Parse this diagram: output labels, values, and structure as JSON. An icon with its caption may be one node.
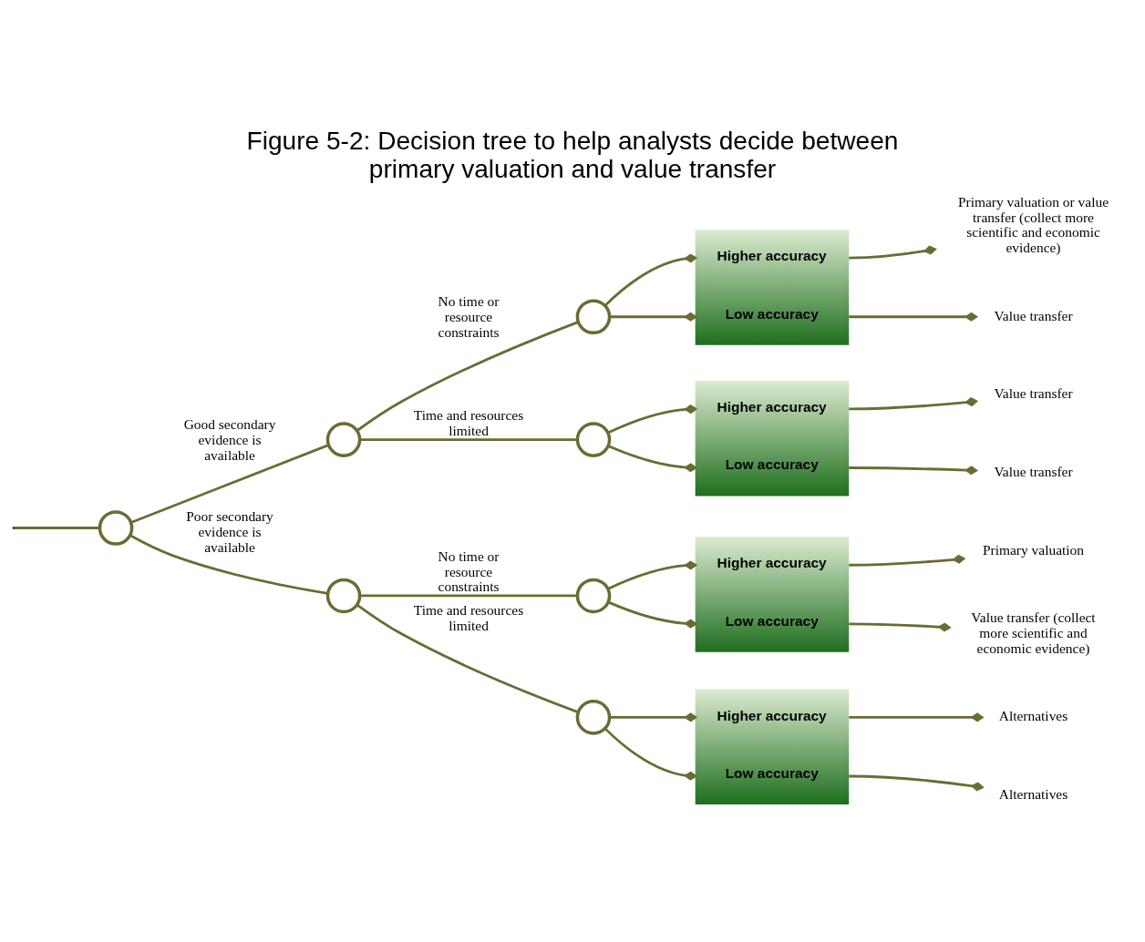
{
  "diagram": {
    "title": "Figure 5-2: Decision tree to help analysts decide between primary valuation and value transfer",
    "nodes": [
      {
        "text": [],
        "shape": "circle"
      },
      {
        "text": [],
        "shape": "circle"
      },
      {
        "text": [],
        "shape": "circle"
      },
      {
        "text": [
          "Higher accuracy",
          "Low accuracy"
        ]
      },
      {
        "text": [
          "Primary valuation or value transfer (collect more scientific and economic evidence)"
        ]
      },
      {
        "text": [
          "Value transfer"
        ]
      },
      {
        "text": [],
        "shape": "circle"
      },
      {
        "text": [
          "Higher accuracy",
          "Low accuracy"
        ]
      },
      {
        "text": [
          "Value transfer"
        ]
      },
      {
        "text": [
          "Value transfer"
        ]
      },
      {
        "text": [],
        "shape": "circle"
      },
      {
        "text": [],
        "shape": "circle"
      },
      {
        "text": [
          "Higher accuracy",
          "Low accuracy"
        ]
      },
      {
        "text": [
          "Primary valuation"
        ]
      },
      {
        "text": [
          "Value transfer (collect more scientific and economic evidence)"
        ]
      },
      {
        "text": [],
        "shape": "circle"
      },
      {
        "text": [
          "Higher accuracy",
          "Low accuracy"
        ]
      },
      {
        "text": [
          "Alternatives"
        ]
      },
      {
        "text": [
          "Alternatives"
        ]
      }
    ],
    "edges": [
      {
        "from": null,
        "to": 0,
        "arrow": "none"
      },
      {
        "from": 0,
        "to": 1,
        "arrow": "none",
        "label": "Good secondary evidence is available"
      },
      {
        "from": 1,
        "to": 2,
        "arrow": "none",
        "label": "No time or resource constraints"
      },
      {
        "from": 2,
        "to": 3,
        "arrow": "other"
      },
      {
        "from": 2,
        "to": 3,
        "arrow": "other"
      },
      {
        "from": 3,
        "to": 4,
        "arrow": "other"
      },
      {
        "from": 3,
        "to": 5,
        "arrow": "other"
      },
      {
        "from": 1,
        "to": 6,
        "arrow": "none",
        "label": "Time and resources limited"
      },
      {
        "from": 6,
        "to": 7,
        "arrow": "other"
      },
      {
        "from": 6,
        "to": 7,
        "arrow": "other"
      },
      {
        "from": 7,
        "to": 8,
        "arrow": "other"
      },
      {
        "from": 7,
        "to": 9,
        "arrow": "other"
      },
      {
        "from": 0,
        "to": 10,
        "arrow": "none",
        "label": "Poor secondary evidence is available"
      },
      {
        "from": 10,
        "to": 11,
        "arrow": "none",
        "label": "No time or resource constraints"
      },
      {
        "from": 11,
        "to": 12,
        "arrow": "other"
      },
      {
        "from": 11,
        "to": 12,
        "arrow": "other"
      },
      {
        "from": 12,
        "to": 13,
        "arrow": "other"
      },
      {
        "from": 12,
        "to": 14,
        "arrow": "other"
      },
      {
        "from": 10,
        "to": 15,
        "arrow": "none",
        "label": "Time and resources limited"
      },
      {
        "from": 15,
        "to": 16,
        "arrow": "other"
      },
      {
        "from": 15,
        "to": 16,
        "arrow": "other"
      },
      {
        "from": 16,
        "to": 17,
        "arrow": "other"
      },
      {
        "from": 16,
        "to": 18,
        "arrow": "other"
      }
    ]
  }
}
